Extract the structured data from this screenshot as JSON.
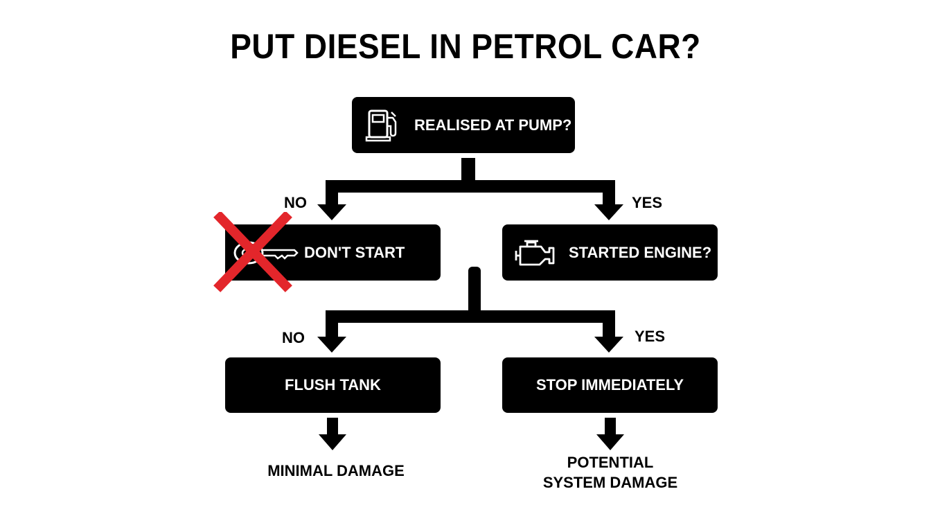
{
  "title": "PUT DIESEL IN PETROL CAR?",
  "nodes": {
    "pump": {
      "label": "REALISED AT PUMP?",
      "icon": "fuel-pump-icon"
    },
    "dont_start": {
      "label": "DON'T START",
      "icon": "car-key-crossed-icon"
    },
    "started": {
      "label": "STARTED ENGINE?",
      "icon": "engine-icon"
    },
    "flush": {
      "label": "FLUSH TANK"
    },
    "stop": {
      "label": "STOP IMMEDIATELY"
    }
  },
  "branches": {
    "pump_no": "NO",
    "pump_yes": "YES",
    "engine_no": "NO",
    "engine_yes": "YES"
  },
  "outcomes": {
    "minimal": "MINIMAL DAMAGE",
    "potential_line1": "POTENTIAL",
    "potential_line2": "SYSTEM DAMAGE"
  },
  "colors": {
    "node_bg": "#000000",
    "node_text": "#ffffff",
    "cross": "#e3262b"
  }
}
